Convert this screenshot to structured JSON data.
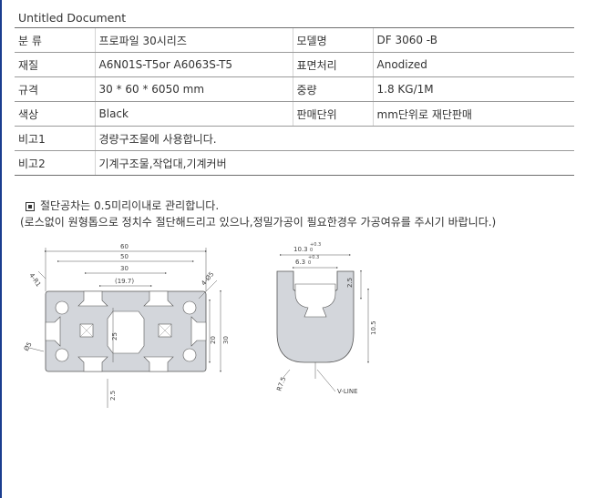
{
  "document": {
    "title": "Untitled Document"
  },
  "spec_rows": [
    {
      "label1": "분 류",
      "value1": "프로파일 30시리즈",
      "label2": "모델명",
      "value2": "DF 3060 -B"
    },
    {
      "label1": "재질",
      "value1": "A6N01S-T5or A6063S-T5",
      "label2": "표면처리",
      "value2": "Anodized"
    },
    {
      "label1": "규격",
      "value1": "30 * 60 * 6050 mm",
      "label2": "중량",
      "value2": "1.8 KG/1M"
    },
    {
      "label1": "색상",
      "value1": "Black",
      "label2": "판매단위",
      "value2": "mm단위로 재단판매"
    }
  ],
  "remarks": [
    {
      "label": "비고1",
      "value": "경량구조물에 사용합니다."
    },
    {
      "label": "비고2",
      "value": "기계구조물,작업대,기계커버"
    }
  ],
  "notes": {
    "tolerance": "절단공차는 0.5미리이내로 관리합니다.",
    "processing": "(로스없이 원형톱으로 정치수 절단해드리고 있으나,정밀가공이 필요한경우 가공여유를 주시기 바랍니다.)"
  },
  "drawing": {
    "dims_top": [
      "60",
      "50",
      "30",
      "(19.7)"
    ],
    "dim_corner": "4-R1",
    "dim_diameter": "4-Ø5",
    "dim_hole": "Ø5",
    "dims_side": [
      "25",
      "20",
      "30"
    ],
    "dim_bottom": "2.5",
    "slot": {
      "width_outer": "10.3",
      "width_outer_tol": "+0.3",
      "width_outer_tol2": "0",
      "width_inner": "6.3",
      "width_inner_tol": "+0.3",
      "width_inner_tol2": "0",
      "depth_top": "2.5",
      "depth": "10.5",
      "radius": "R7.5",
      "vline": "V-LINE"
    }
  }
}
